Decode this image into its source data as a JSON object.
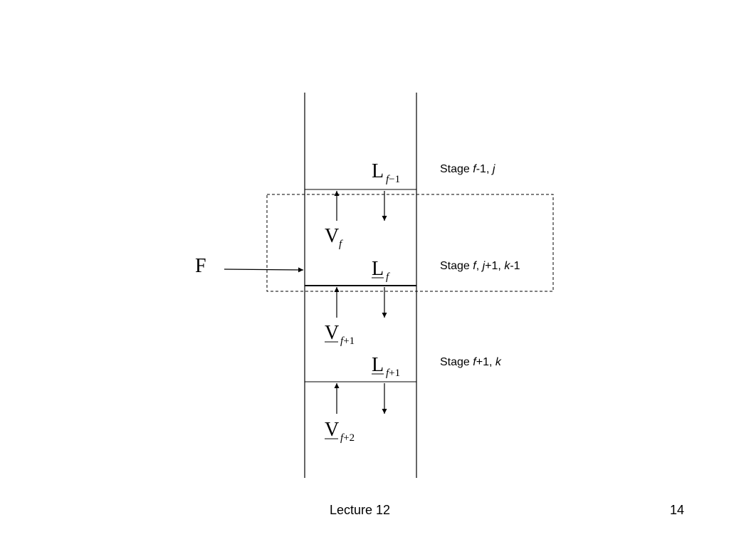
{
  "symbols": {
    "feed": "F",
    "L_fm1": {
      "base": "L",
      "sub_f": "f",
      "sub_rest": "−1"
    },
    "V_f": {
      "base": "V",
      "sub_f": "f",
      "sub_rest": ""
    },
    "L_f": {
      "base": "L",
      "sub_f": "f",
      "sub_rest": ""
    },
    "V_fp1": {
      "base": "V",
      "sub_f": "f",
      "sub_rest": "+1"
    },
    "L_fp1": {
      "base": "L",
      "sub_f": "f",
      "sub_rest": "+1"
    },
    "V_fp2": {
      "base": "V",
      "sub_f": "f",
      "sub_rest": "+2"
    }
  },
  "stages": {
    "stage1": {
      "prefix": "Stage ",
      "parts": [
        "f",
        "-1, ",
        "j"
      ]
    },
    "stage2": {
      "prefix": "Stage ",
      "parts": [
        "f",
        ", ",
        "j",
        "+1, ",
        "k",
        "-1"
      ]
    },
    "stage3": {
      "prefix": "Stage ",
      "parts": [
        "f",
        "+1, ",
        "k"
      ]
    }
  },
  "footer": {
    "title": "Lecture 12",
    "page": "14"
  }
}
